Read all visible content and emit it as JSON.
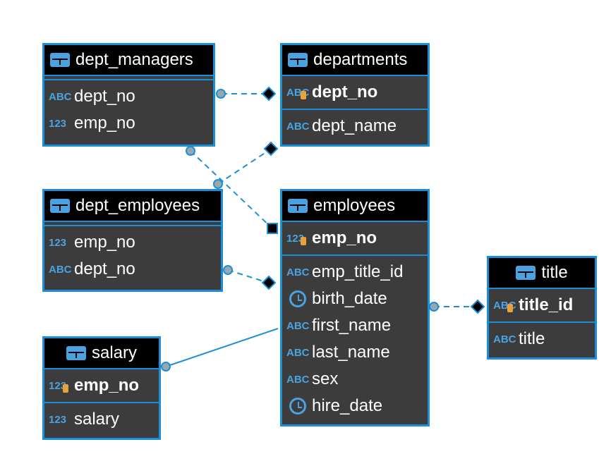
{
  "entities": {
    "dept_managers": {
      "title": "dept_managers",
      "rows": [
        {
          "icon": "ABC",
          "name": "dept_no"
        },
        {
          "icon": "123",
          "name": "emp_no"
        }
      ]
    },
    "departments": {
      "title": "departments",
      "pk": {
        "icon": "ABC",
        "name": "dept_no"
      },
      "rows": [
        {
          "icon": "ABC",
          "name": "dept_name"
        }
      ]
    },
    "dept_employees": {
      "title": "dept_employees",
      "rows": [
        {
          "icon": "123",
          "name": "emp_no"
        },
        {
          "icon": "ABC",
          "name": "dept_no"
        }
      ]
    },
    "employees": {
      "title": "employees",
      "pk": {
        "icon": "123",
        "name": "emp_no"
      },
      "rows": [
        {
          "icon": "ABC",
          "name": "emp_title_id"
        },
        {
          "icon": "clock",
          "name": "birth_date"
        },
        {
          "icon": "ABC",
          "name": "first_name"
        },
        {
          "icon": "ABC",
          "name": "last_name"
        },
        {
          "icon": "ABC",
          "name": "sex"
        },
        {
          "icon": "clock",
          "name": "hire_date"
        }
      ]
    },
    "title": {
      "title": "title",
      "pk": {
        "icon": "ABC",
        "name": "title_id"
      },
      "rows": [
        {
          "icon": "ABC",
          "name": "title"
        }
      ]
    },
    "salary": {
      "title": "salary",
      "pk": {
        "icon": "123",
        "name": "emp_no"
      },
      "rows": [
        {
          "icon": "123",
          "name": "salary"
        }
      ]
    }
  },
  "colors": {
    "border": "#1a8fd6",
    "body": "#3c3c3c",
    "header": "#000000",
    "link": "#1a8fd6"
  }
}
